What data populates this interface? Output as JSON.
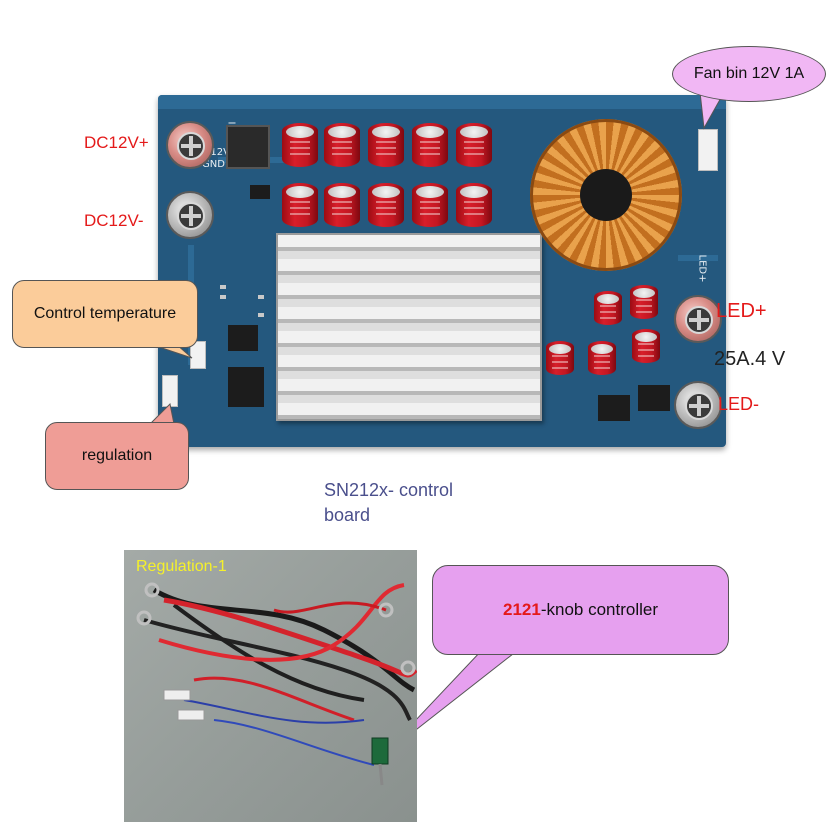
{
  "callouts": {
    "fan": "Fan bin 12V 1A",
    "control_temperature": "Control temperature",
    "regulation": "regulation",
    "knob_number": "2121",
    "knob_text": "-knob controller"
  },
  "board_labels": {
    "dc_plus": "DC12V+",
    "dc_minus": "DC12V-",
    "led_plus": "LED+",
    "led_minus": "LED-",
    "led_current": "25A.4 V"
  },
  "caption": "SN212x- control board",
  "photo": {
    "caption": "Regulation-1"
  },
  "colors": {
    "board": "#24587e",
    "label_red": "#e41a1a",
    "fan_bubble": "#f1b7f4",
    "temperature_bubble": "#fbcc9a",
    "regulation_bubble": "#ef9d96",
    "knob_bubble": "#e6a0ef",
    "caption": "#4a4f8c",
    "photo_caption": "#f5f12a"
  }
}
